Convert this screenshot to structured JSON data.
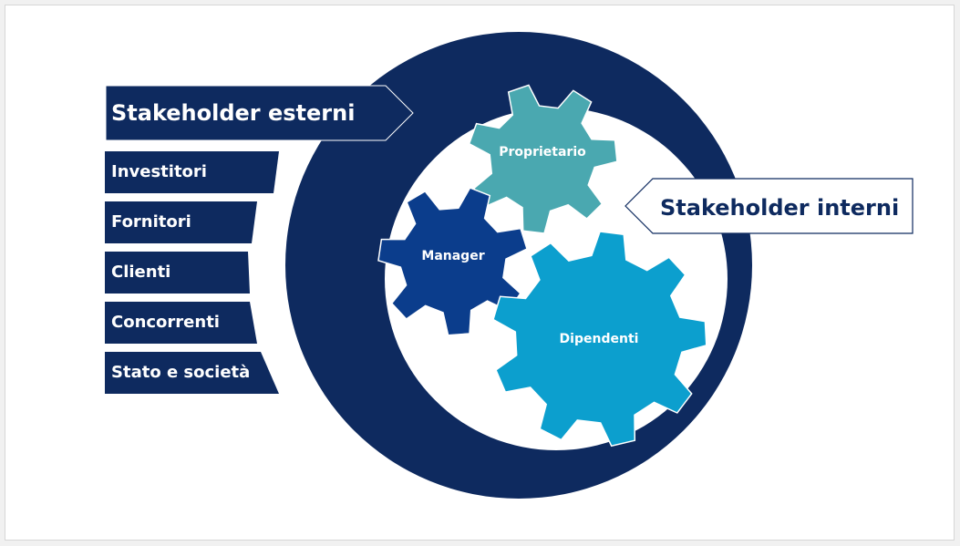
{
  "external": {
    "title": "Stakeholder esterni",
    "items": [
      "Investitori",
      "Fornitori",
      "Clienti",
      "Concorrenti",
      "Stato e società"
    ]
  },
  "internal": {
    "title": "Stakeholder interni",
    "gears": [
      "Proprietario",
      "Manager",
      "Dipendenti"
    ]
  },
  "colors": {
    "navy": "#0e2a5f",
    "proprietario": "#4aa8b0",
    "manager": "#0b3d8c",
    "dipendenti": "#0c9fce"
  }
}
